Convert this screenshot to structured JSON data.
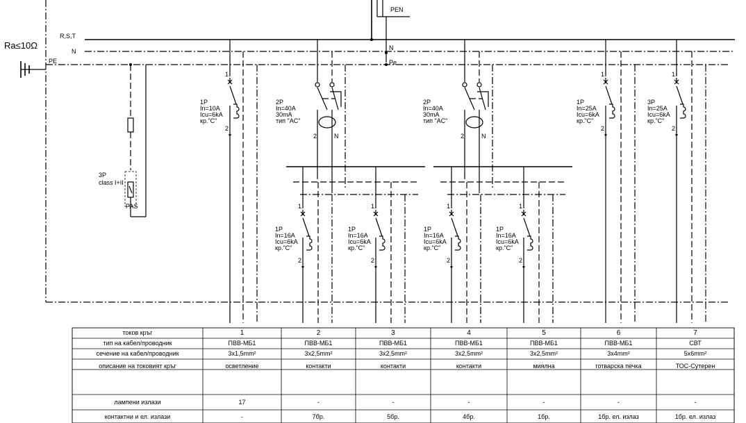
{
  "labels": {
    "ra": "Ra≤10Ω",
    "pen": "PEN",
    "rst": "R,S,T",
    "n": "N",
    "pe": "PE",
    "n_center": "N",
    "pe_center": "Pe",
    "spd_p": "3P",
    "spd_class": "class I+II",
    "spd_pas": "PAS"
  },
  "breakers": [
    {
      "lines": [
        "1P",
        "In=10A",
        "Icu=6kA",
        "кр.\"C\""
      ]
    },
    {
      "lines": [
        "2P",
        "In=40A",
        "30mA",
        "тип \"AC\""
      ]
    },
    {
      "lines": [
        "2P",
        "In=40A",
        "30mA",
        "тип \"AC\""
      ]
    },
    {
      "lines": [
        "1P",
        "In=25A",
        "Icu=6kA",
        "кр.\"C\""
      ]
    },
    {
      "lines": [
        "3P",
        "In=25A",
        "Icu=6kA",
        "кр.\"C\""
      ]
    },
    {
      "lines": [
        "1P",
        "In=16A",
        "Icu=6kA",
        "кр.\"C\""
      ]
    },
    {
      "lines": [
        "1P",
        "In=16A",
        "Icu=6kA",
        "кр.\"C\""
      ]
    },
    {
      "lines": [
        "1P",
        "In=16A",
        "Icu=6kA",
        "кр.\"C\""
      ]
    },
    {
      "lines": [
        "1P",
        "In=16A",
        "Icu=6kA",
        "кр.\"C\""
      ]
    }
  ],
  "terminals": {
    "one": "1",
    "two": "2",
    "n": "N"
  },
  "table": {
    "row_headers": [
      "токов кръг",
      "тип на кабел/проводник",
      "сечение на кабел/проводник",
      "описание на токовият кръг",
      "лампени излази",
      "контактни и ел. излази"
    ],
    "columns": [
      {
        "num": "1",
        "cable": "ПВВ-МБ1",
        "section": "3x1,5mm²",
        "desc": "осветление",
        "lamps": "17",
        "outlets": "-"
      },
      {
        "num": "2",
        "cable": "ПВВ-МБ1",
        "section": "3x2,5mm²",
        "desc": "контакти",
        "lamps": "-",
        "outlets": "7бр."
      },
      {
        "num": "3",
        "cable": "ПВВ-МБ1",
        "section": "3x2,5mm²",
        "desc": "контакти",
        "lamps": "-",
        "outlets": "5бр."
      },
      {
        "num": "4",
        "cable": "ПВВ-МБ1",
        "section": "3x2,5mm²",
        "desc": "контакти",
        "lamps": "-",
        "outlets": "4бр."
      },
      {
        "num": "5",
        "cable": "ПВВ-МБ1",
        "section": "3x2,5mm²",
        "desc": "миялна",
        "lamps": "-",
        "outlets": "1бр."
      },
      {
        "num": "6",
        "cable": "ПВВ-МБ1",
        "section": "3x4mm²",
        "desc": "готварска печка",
        "lamps": "-",
        "outlets": "1бр. ел. излаз"
      },
      {
        "num": "7",
        "cable": "СВТ",
        "section": "5x6mm²",
        "desc": "ТОС-Сутерен",
        "lamps": "-",
        "outlets": "1бр. ел. излаз"
      }
    ]
  }
}
